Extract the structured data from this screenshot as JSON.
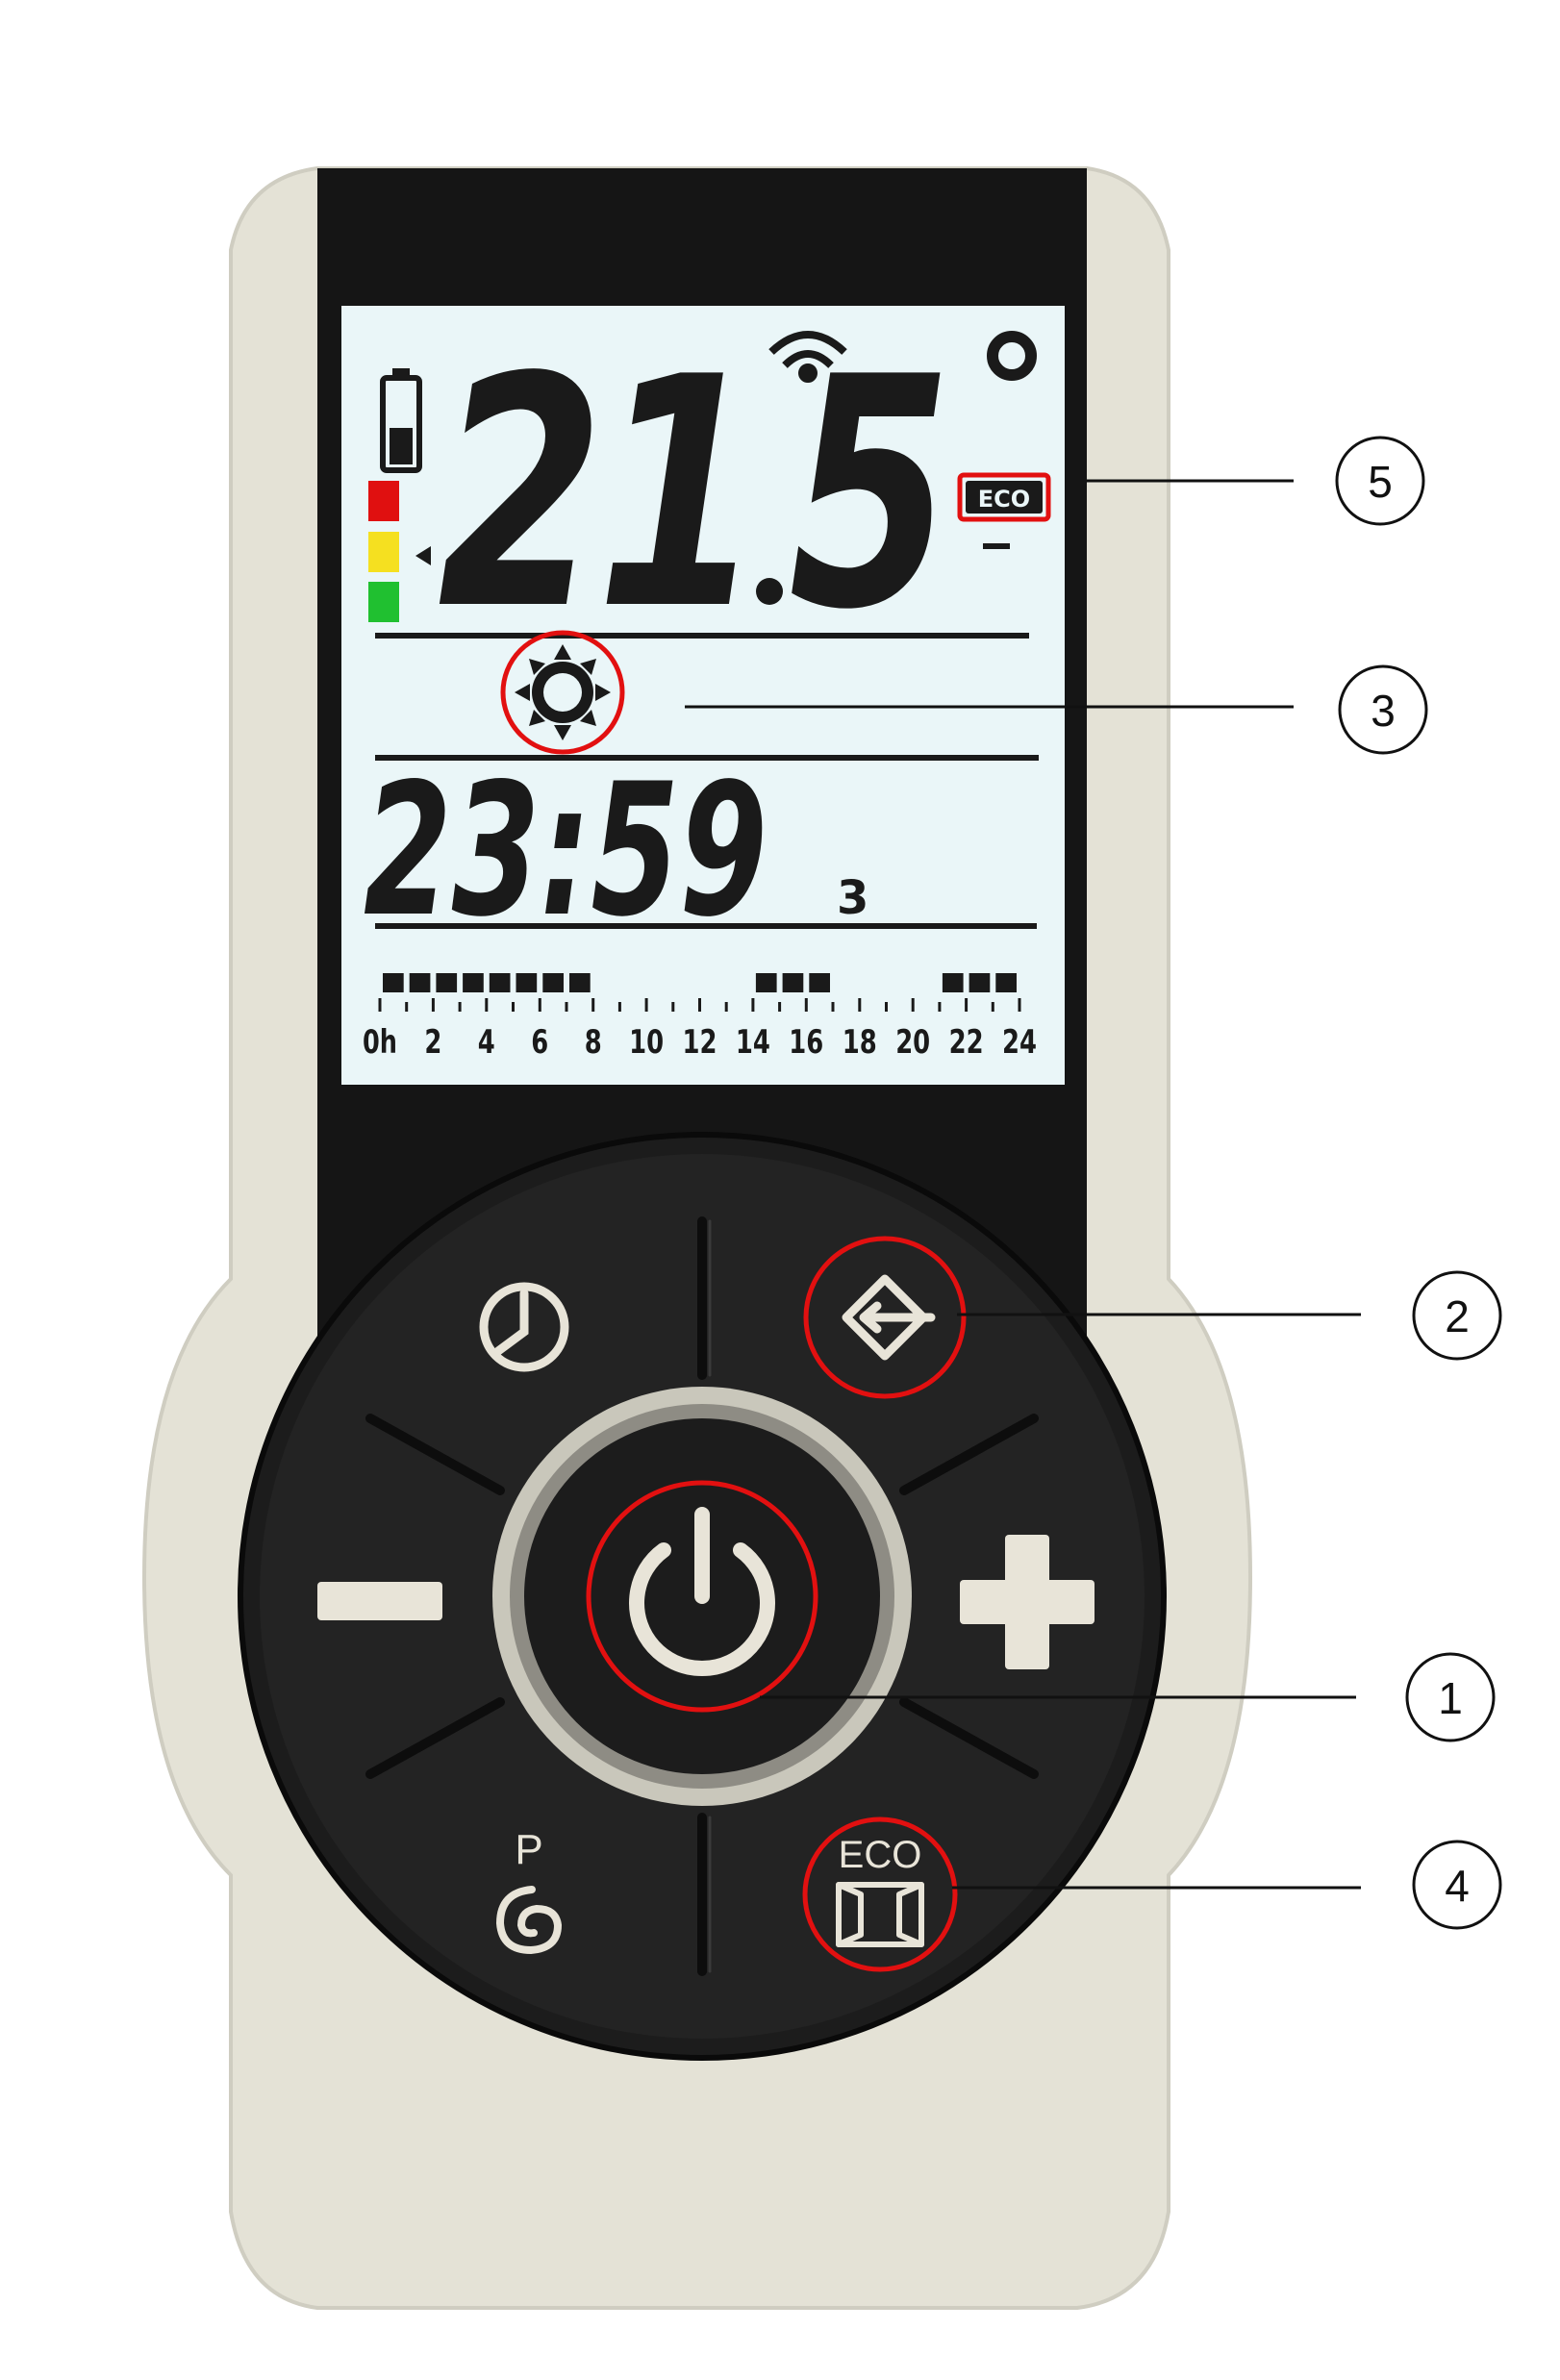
{
  "display": {
    "temperature_main": "21",
    "temperature_decimal": "5",
    "degree_symbol": "°",
    "eco_badge": "ECO",
    "time": "23:59",
    "day_number": "3",
    "timeline_labels": [
      "0h",
      "2",
      "4",
      "6",
      "8",
      "10",
      "12",
      "14",
      "16",
      "18",
      "20",
      "22",
      "24"
    ],
    "program_active_hours": [
      0,
      1,
      2,
      3,
      4,
      5,
      6,
      7,
      14,
      15,
      16,
      21,
      22,
      23
    ],
    "level_colors": [
      "#e01010",
      "#f5e020",
      "#20c030"
    ],
    "mode_icon": "sun-icon",
    "battery_icon": "battery-icon",
    "signal_icon": "wifi-signal-icon"
  },
  "buttons": {
    "clock": {
      "icon": "clock-icon"
    },
    "mode": {
      "icon": "mode-select-icon"
    },
    "minus": {
      "icon": "minus-icon"
    },
    "plus": {
      "icon": "plus-icon"
    },
    "power": {
      "icon": "power-icon"
    },
    "program": {
      "label": "P",
      "icon": "spiral-icon"
    },
    "eco": {
      "label": "ECO",
      "icon": "window-icon"
    }
  },
  "callouts": [
    "5",
    "3",
    "2",
    "1",
    "4"
  ],
  "colors": {
    "body": "#e6e4d8",
    "panel": "#141414",
    "lcd": "#eaf6f8",
    "highlight": "#e21010"
  }
}
